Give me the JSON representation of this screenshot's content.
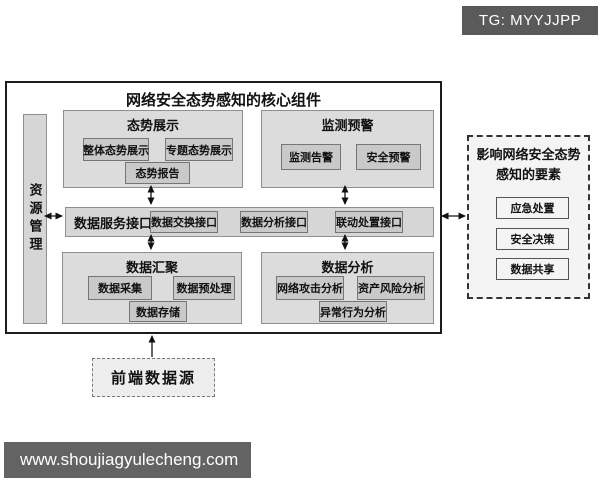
{
  "badge": {
    "label": "TG: MYYJJPP"
  },
  "site": {
    "url": "www.shoujiagyulecheng.com"
  },
  "core": {
    "title": "网络安全态势感知的核心组件",
    "resource_manager": "资源管理",
    "situation_display": {
      "title": "态势展示",
      "items": [
        "整体态势展示",
        "专题态势展示",
        "态势报告"
      ]
    },
    "monitor_warning": {
      "title": "监测预警",
      "items": [
        "监测告警",
        "安全预警"
      ]
    },
    "service_interface": {
      "label": "数据服务接口",
      "items": [
        "数据交换接口",
        "数据分析接口",
        "联动处置接口"
      ]
    },
    "data_aggregation": {
      "title": "数据汇聚",
      "items": [
        "数据采集",
        "数据预处理",
        "数据存储"
      ]
    },
    "data_analysis": {
      "title": "数据分析",
      "items": [
        "网络攻击分析",
        "资产风险分析",
        "异常行为分析"
      ]
    }
  },
  "factors": {
    "title": "影响网络安全态势感知的要素",
    "items": [
      "应急处置",
      "安全决策",
      "数据共享"
    ]
  },
  "front_source": {
    "label": "前端数据源"
  },
  "colors": {
    "badge_bg": "#5a5a5a",
    "site_bar_bg": "#636363",
    "group_fill": "#dcdcdc",
    "sub_fill": "#c9c9c9",
    "border_dark": "#1c1c1c"
  }
}
